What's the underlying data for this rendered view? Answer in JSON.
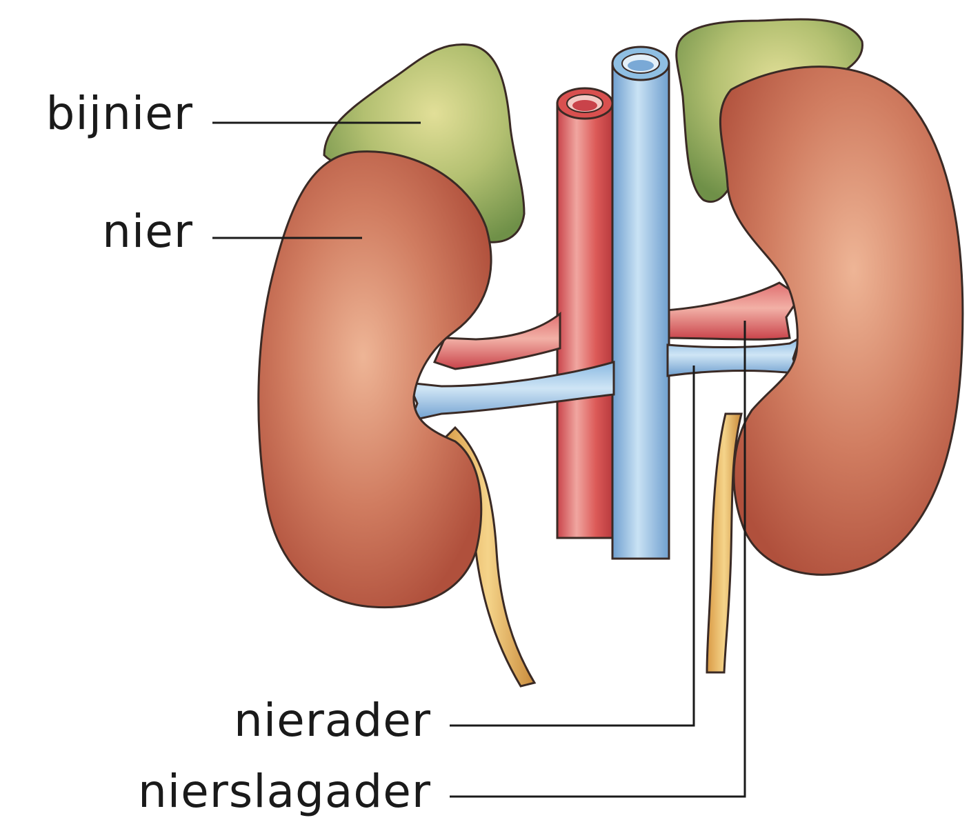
{
  "labels": {
    "bijnier": "bijnier",
    "nier": "nier",
    "nierader": "nierader",
    "nierslagader": "nierslagader"
  },
  "colors": {
    "kidney": "#c96a52",
    "kidney_light": "#e8a98a",
    "adrenal": "#8aa65a",
    "adrenal_light": "#d6d98e",
    "artery": "#d9504f",
    "vein": "#8fbfe3",
    "ureter": "#e0a850",
    "outline": "#3a2a25",
    "leader": "#1a1a1a"
  }
}
